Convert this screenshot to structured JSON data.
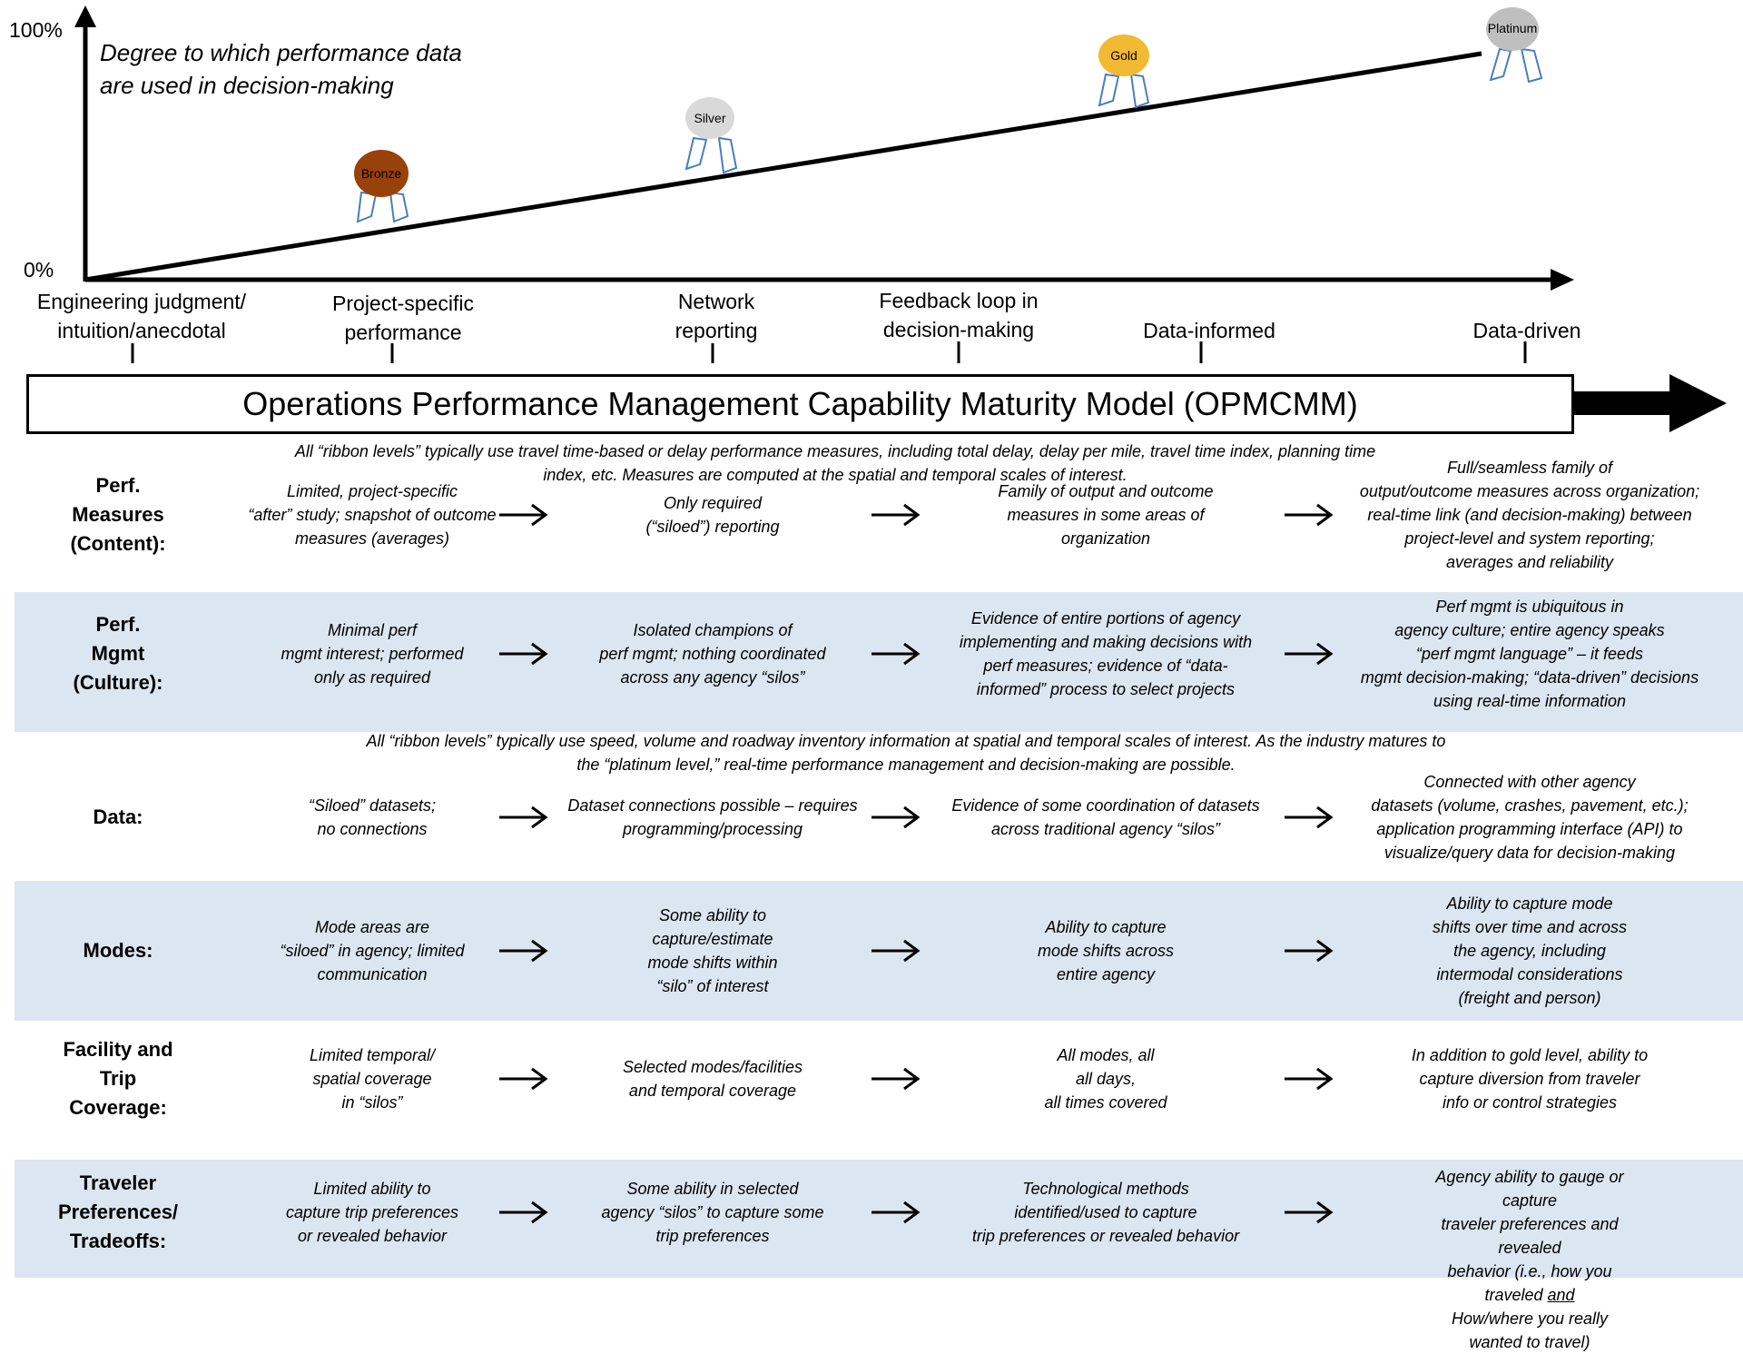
{
  "chart": {
    "title_line1": "Degree to which performance data",
    "title_line2": "are used in decision-making",
    "y_top": "100%",
    "y_bottom": "0%",
    "stages": [
      {
        "line1": "Engineering judgment/",
        "line2": "intuition/anecdotal"
      },
      {
        "line1": "Project-specific",
        "line2": "performance"
      },
      {
        "line1": "Network",
        "line2": "reporting"
      },
      {
        "line1": "Feedback loop in",
        "line2": "decision-making"
      },
      {
        "line1": "Data-informed",
        "line2": ""
      },
      {
        "line1": "Data-driven",
        "line2": ""
      }
    ],
    "medals": [
      {
        "label": "Bronze",
        "color": "#99410a"
      },
      {
        "label": "Silver",
        "color": "#d9d9d9"
      },
      {
        "label": "Gold",
        "color": "#f2b932"
      },
      {
        "label": "Platinum",
        "color": "#bfbfbf"
      }
    ]
  },
  "banner": {
    "title": "Operations Performance Management Capability Maturity Model (OPMCMM)"
  },
  "notes": {
    "measures_line1": "All “ribbon levels” typically use travel time-based or delay performance measures, including total delay, delay per mile, travel time index, planning time",
    "measures_line2": "index, etc.  Measures are computed at the spatial and temporal scales of interest.",
    "data_line1": "All “ribbon levels” typically use speed, volume and roadway inventory information at spatial and temporal scales of interest.  As the industry matures to",
    "data_line2": "the “platinum level,” real-time performance management and decision-making are possible."
  },
  "rows": [
    {
      "label": [
        "Perf.",
        "Measures",
        "(Content):"
      ],
      "cells": [
        [
          "Limited, project-specific",
          "“after” study; snapshot of outcome",
          "measures (averages)"
        ],
        [
          "Only required",
          "(“siloed”) reporting"
        ],
        [
          "Family of output and outcome",
          "measures in some areas of",
          "organization"
        ],
        [
          "Full/seamless family of",
          "output/outcome measures across organization;",
          "real-time link (and decision-making) between",
          "project-level and system reporting;",
          "averages and reliability"
        ]
      ]
    },
    {
      "label": [
        "Perf.",
        "Mgmt",
        "(Culture):"
      ],
      "cells": [
        [
          "Minimal perf",
          "mgmt interest; performed",
          "only as required"
        ],
        [
          "Isolated champions of",
          "perf mgmt; nothing coordinated",
          "across any agency “silos”"
        ],
        [
          "Evidence of entire portions of agency",
          "implementing and making decisions with",
          "perf measures; evidence of “data-",
          "informed” process to select projects"
        ],
        [
          "Perf mgmt is ubiquitous in",
          "agency culture; entire agency speaks",
          "“perf mgmt language” – it feeds",
          "mgmt decision-making; “data-driven” decisions",
          "using real-time information"
        ]
      ]
    },
    {
      "label": [
        "Data:"
      ],
      "cells": [
        [
          "“Siloed” datasets;",
          "no connections"
        ],
        [
          "Dataset connections possible – requires",
          "programming/processing"
        ],
        [
          "Evidence of some coordination of datasets",
          "across traditional agency “silos”"
        ],
        [
          "Connected with other agency",
          "datasets (volume, crashes, pavement, etc.);",
          "application programming interface (API) to",
          "visualize/query data for decision-making"
        ]
      ]
    },
    {
      "label": [
        "Modes:"
      ],
      "cells": [
        [
          "Mode areas are",
          "“siloed” in agency; limited",
          "communication"
        ],
        [
          "Some ability to",
          "capture/estimate",
          "mode shifts within",
          "“silo” of interest"
        ],
        [
          "Ability to capture",
          "mode shifts across",
          "entire agency"
        ],
        [
          "Ability to capture mode",
          "shifts over time and across",
          "the agency, including",
          "intermodal considerations",
          "(freight and person)"
        ]
      ]
    },
    {
      "label": [
        "Facility and",
        "Trip",
        "Coverage:"
      ],
      "cells": [
        [
          "Limited temporal/",
          "spatial coverage",
          "in “silos”"
        ],
        [
          "Selected modes/facilities",
          "and temporal coverage"
        ],
        [
          "All modes, all",
          "all days,",
          "all times covered"
        ],
        [
          "In addition to gold level, ability to",
          "capture diversion from traveler",
          "info or control strategies"
        ]
      ]
    },
    {
      "label": [
        "Traveler",
        "Preferences/",
        "Tradeoffs:"
      ],
      "cells": [
        [
          "Limited ability to",
          "capture trip preferences",
          "or revealed behavior"
        ],
        [
          "Some ability in selected",
          "agency “silos” to capture some",
          "trip preferences"
        ],
        [
          "Technological methods",
          "identified/used to capture",
          "trip preferences or revealed behavior"
        ],
        [
          "Agency ability to gauge or capture",
          "traveler preferences and revealed",
          "behavior (i.e., how you traveled ",
          "and",
          "How/where you really wanted to travel)"
        ]
      ]
    }
  ]
}
